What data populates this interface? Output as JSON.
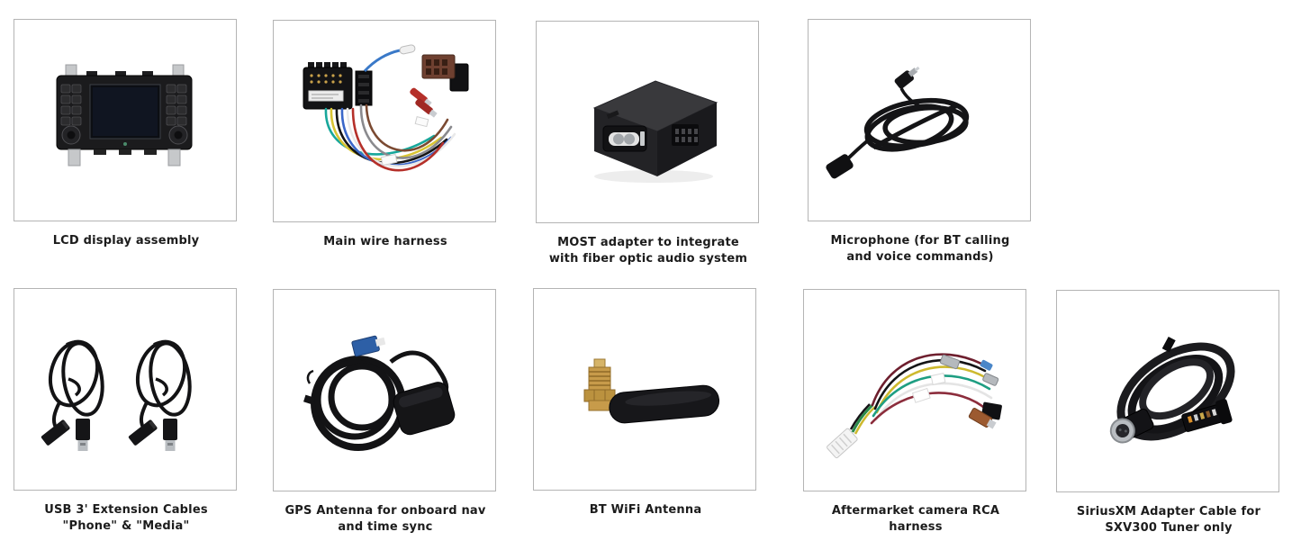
{
  "page": {
    "background": "#ffffff",
    "frame_border_color": "#b4b4b4",
    "caption_color": "#1c1c1c"
  },
  "products": [
    {
      "id": "lcd-display",
      "caption": "LCD display assembly"
    },
    {
      "id": "main-harness",
      "caption": "Main wire harness"
    },
    {
      "id": "most-adapter",
      "caption": "MOST adapter to integrate\nwith fiber optic audio system"
    },
    {
      "id": "microphone",
      "caption": "Microphone (for BT calling\nand voice commands)"
    },
    {
      "id": "usb-cables",
      "caption": "USB 3' Extension Cables\n\"Phone\" & \"Media\""
    },
    {
      "id": "gps-antenna",
      "caption": "GPS Antenna for onboard nav\nand time sync"
    },
    {
      "id": "bt-antenna",
      "caption": "BT WiFi Antenna"
    },
    {
      "id": "camera-harness",
      "caption": "Aftermarket camera RCA\nharness"
    },
    {
      "id": "sxm-cable",
      "caption": "SiriusXM Adapter Cable for\nSXV300 Tuner only"
    }
  ]
}
